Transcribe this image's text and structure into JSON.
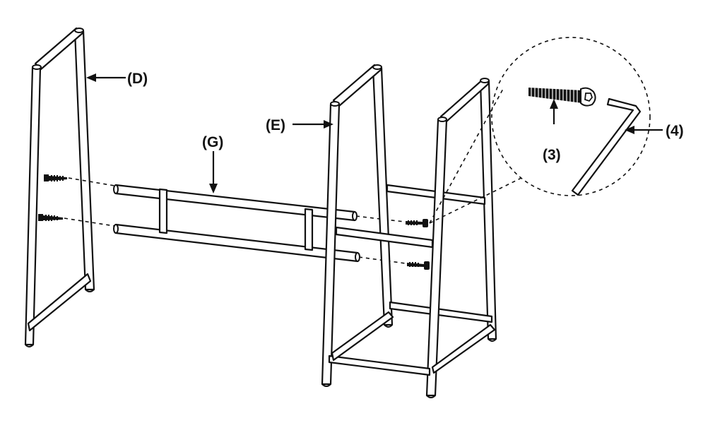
{
  "labels": {
    "frame_d": "(D)",
    "frame_e": "(E)",
    "rail_g": "(G)",
    "screw": "(3)",
    "wrench": "(4)"
  },
  "colors": {
    "line": "#111111",
    "background": "#ffffff"
  }
}
